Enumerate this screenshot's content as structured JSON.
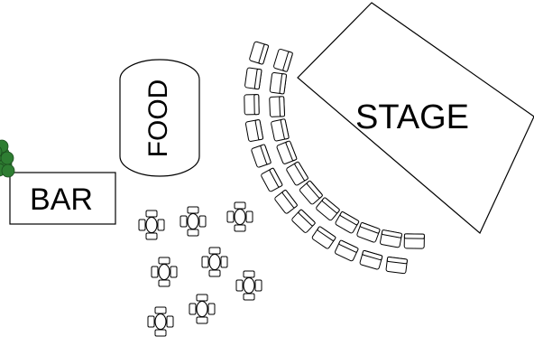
{
  "floorplan": {
    "stage": {
      "label": "STAGE"
    },
    "food": {
      "label": "FOOD"
    },
    "bar": {
      "label": "BAR"
    },
    "plant": {
      "icon": "shrub-icon",
      "color": "#2e7d32"
    },
    "theater_rows": [
      {
        "name": "front-row",
        "seat_count": 12
      },
      {
        "name": "back-row",
        "seat_count": 12
      }
    ],
    "cocktail_tables": {
      "count": 8,
      "seats_per_table": 4,
      "icon": "table-with-four-chairs-icon"
    },
    "colors": {
      "line": "#000000",
      "fill": "#ffffff",
      "plant": "#2e7d32"
    }
  }
}
